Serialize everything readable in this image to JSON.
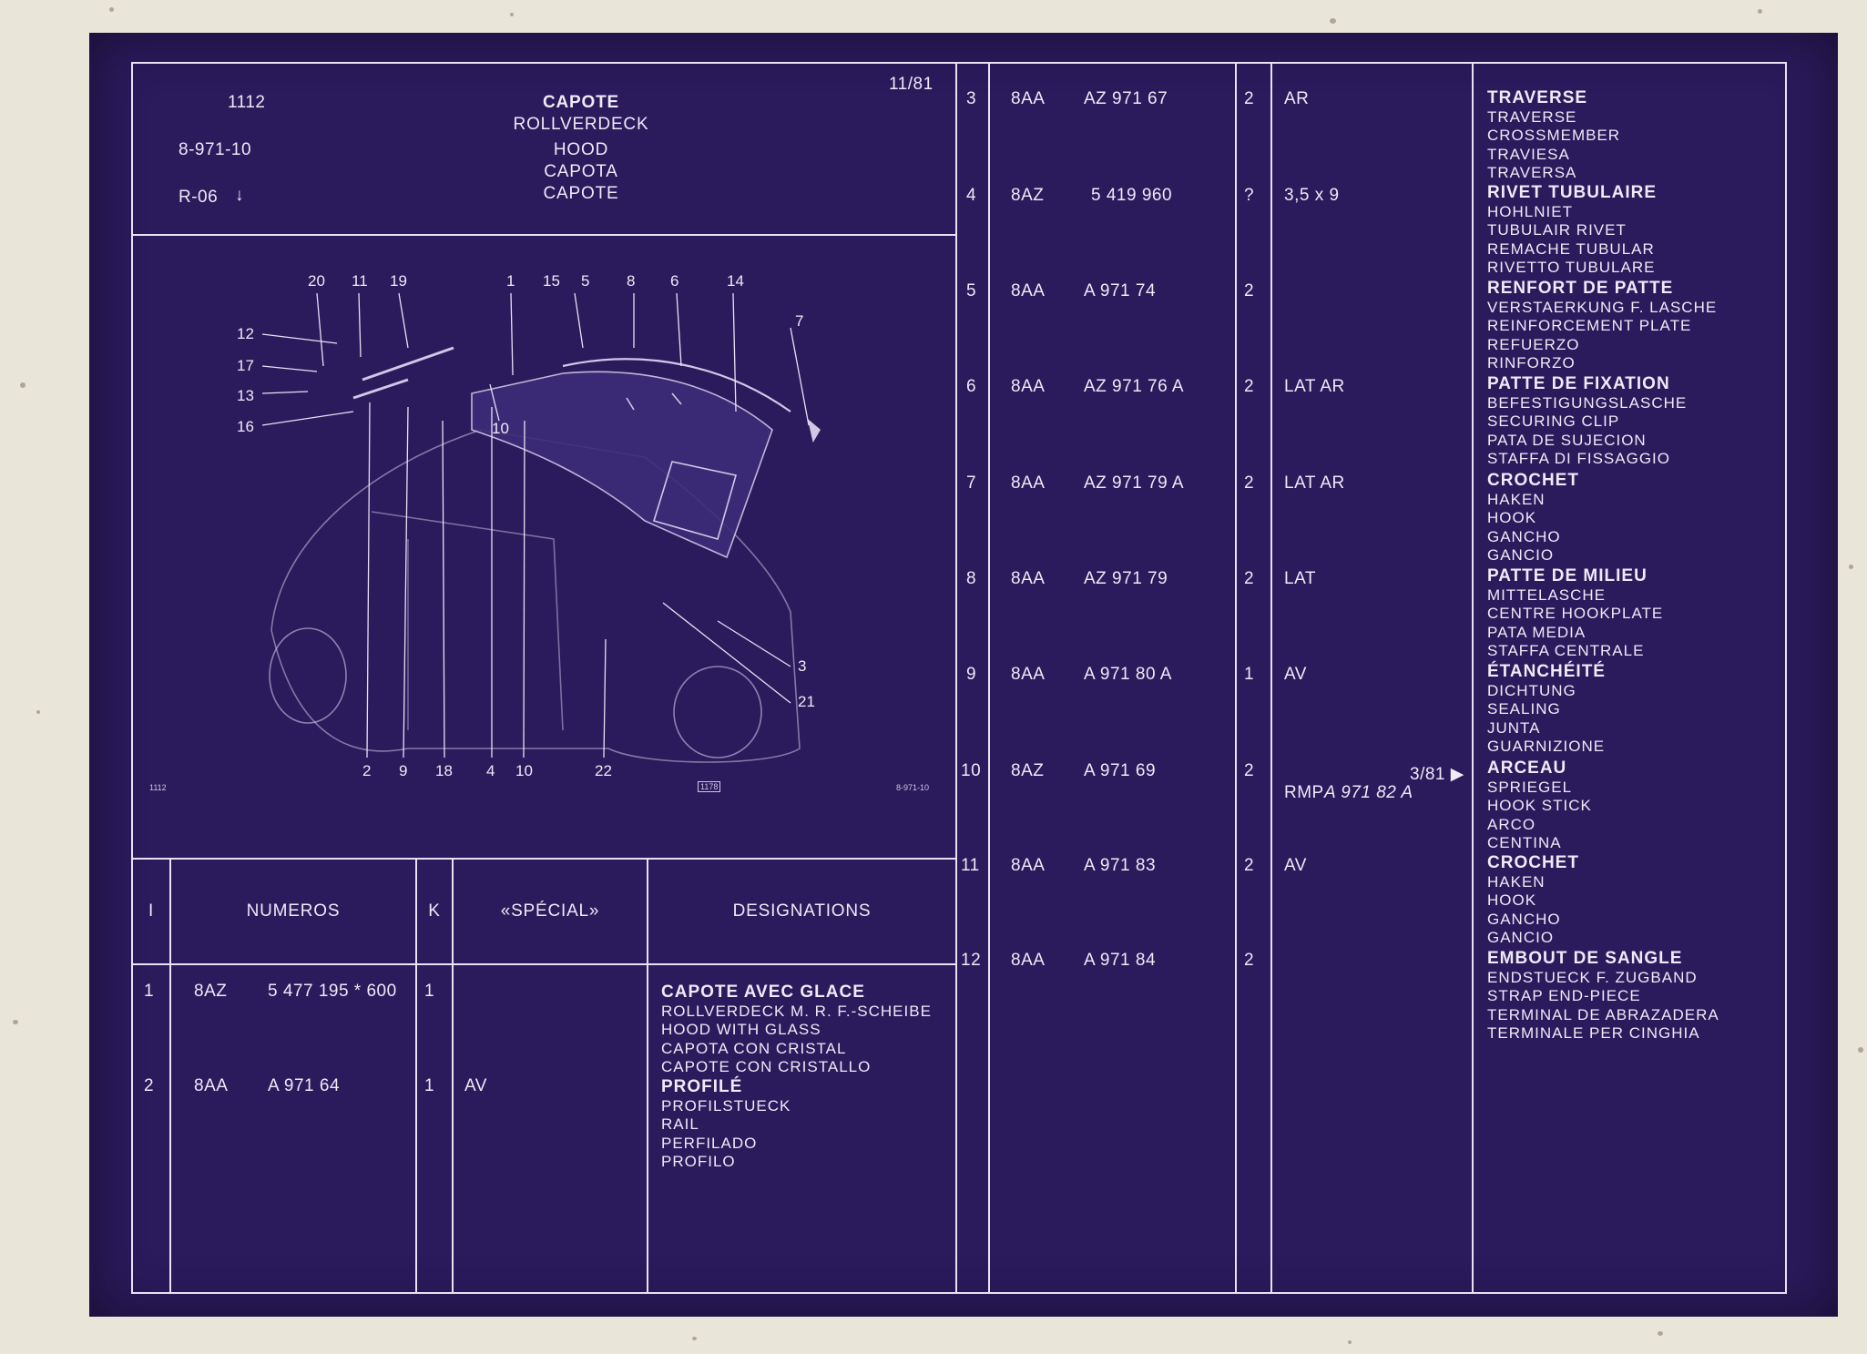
{
  "header": {
    "group": "1112",
    "ref": "8-971-10",
    "r_code": "R-06",
    "arrow": "↓",
    "date": "11/81",
    "title_lines": [
      "CAPOTE",
      "ROLLVERDECK",
      "HOOD",
      "CAPOTA",
      "CAPOTE"
    ]
  },
  "diagram": {
    "labels": [
      "20",
      "11",
      "19",
      "1",
      "15",
      "5",
      "8",
      "6",
      "14",
      "7",
      "12",
      "17",
      "13",
      "16",
      "10",
      "3",
      "21",
      "2",
      "9",
      "18",
      "4",
      "10",
      "22"
    ],
    "footer_left": "1112",
    "footer_mid": "1178",
    "footer_right": "8-971-10"
  },
  "table_headers": {
    "col_i": "I",
    "col_numeros": "NUMEROS",
    "col_k": "K",
    "col_special": "«SPÉCIAL»",
    "col_designations": "DESIGNATIONS"
  },
  "left_rows": [
    {
      "i": "1",
      "code": "8AZ",
      "num": "5 477 195 * 600",
      "k": "1",
      "special": "",
      "desc": [
        "CAPOTE AVEC GLACE",
        "ROLLVERDECK M. R. F.-SCHEIBE",
        "HOOD WITH GLASS",
        "CAPOTA CON CRISTAL",
        "CAPOTE CON CRISTALLO"
      ]
    },
    {
      "i": "2",
      "code": "8AA",
      "num": "A 971 64",
      "k": "1",
      "special": "AV",
      "desc": [
        "PROFILÉ",
        "PROFILSTUECK",
        "RAIL",
        "PERFILADO",
        "PROFILO"
      ]
    }
  ],
  "right_rows": [
    {
      "i": "3",
      "code": "8AA",
      "num": "AZ 971 67",
      "k": "2",
      "special": "AR",
      "desc": [
        "TRAVERSE",
        "TRAVERSE",
        "CROSSMEMBER",
        "TRAVIESA",
        "TRAVERSA"
      ]
    },
    {
      "i": "4",
      "code": "8AZ",
      "num": "5 419 960",
      "k": "?",
      "special": "3,5 x 9",
      "desc": [
        "RIVET TUBULAIRE",
        "HOHLNIET",
        "TUBULAIR RIVET",
        "REMACHE TUBULAR",
        "RIVETTO TUBULARE"
      ]
    },
    {
      "i": "5",
      "code": "8AA",
      "num": "A 971 74",
      "k": "2",
      "special": "",
      "desc": [
        "RENFORT DE PATTE",
        "VERSTAERKUNG F. LASCHE",
        "REINFORCEMENT PLATE",
        "REFUERZO",
        "RINFORZO"
      ]
    },
    {
      "i": "6",
      "code": "8AA",
      "num": "AZ 971 76 A",
      "k": "2",
      "special": "LAT AR",
      "desc": [
        "PATTE DE FIXATION",
        "BEFESTIGUNGSLASCHE",
        "SECURING CLIP",
        "PATA DE SUJECION",
        "STAFFA DI FISSAGGIO"
      ]
    },
    {
      "i": "7",
      "code": "8AA",
      "num": "AZ 971 79 A",
      "k": "2",
      "special": "LAT AR",
      "desc": [
        "CROCHET",
        "HAKEN",
        "HOOK",
        "GANCHO",
        "GANCIO"
      ]
    },
    {
      "i": "8",
      "code": "8AA",
      "num": "AZ 971 79",
      "k": "2",
      "special": "LAT",
      "desc": [
        "PATTE DE MILIEU",
        "MITTELASCHE",
        "CENTRE HOOKPLATE",
        "PATA MEDIA",
        "STAFFA CENTRALE"
      ]
    },
    {
      "i": "9",
      "code": "8AA",
      "num": "A 971 80 A",
      "k": "1",
      "special": "AV",
      "desc": [
        "ÉTANCHÉITÉ",
        "DICHTUNG",
        "SEALING",
        "JUNTA",
        "GUARNIZIONE"
      ]
    },
    {
      "i": "10",
      "code": "8AZ",
      "num": "A 971 69",
      "k": "2",
      "special": "",
      "note_date": "3/81 ▶",
      "note_rmp": "RMP",
      "note_ref": "A 971 82 A",
      "desc": [
        "ARCEAU",
        "SPRIEGEL",
        "HOOK STICK",
        "ARCO",
        "CENTINA"
      ]
    },
    {
      "i": "11",
      "code": "8AA",
      "num": "A 971 83",
      "k": "2",
      "special": "AV",
      "desc": [
        "CROCHET",
        "HAKEN",
        "HOOK",
        "GANCHO",
        "GANCIO"
      ]
    },
    {
      "i": "12",
      "code": "8AA",
      "num": "A 971 84",
      "k": "2",
      "special": "",
      "desc": [
        "EMBOUT DE SANGLE",
        "ENDSTUECK F. ZUGBAND",
        "STRAP END-PIECE",
        "TERMINAL DE ABRAZADERA",
        "TERMINALE PER CINGHIA"
      ]
    }
  ],
  "colors": {
    "sheet": "#2b1a5c",
    "ink": "#eeeaf6",
    "backdrop": "#e9e6d9"
  }
}
